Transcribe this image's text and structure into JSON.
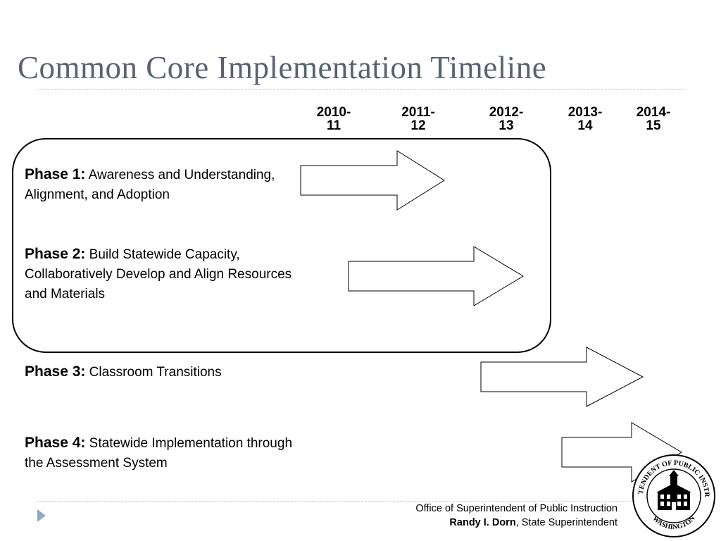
{
  "slide": {
    "title": "Common Core Implementation Timeline"
  },
  "years": [
    {
      "line1": "2010-",
      "line2": "11"
    },
    {
      "line1": "2011-",
      "line2": "12"
    },
    {
      "line1": "2012-",
      "line2": "13"
    },
    {
      "line1": "2013-",
      "line2": "14"
    },
    {
      "line1": "2014-",
      "line2": "15"
    }
  ],
  "phases": [
    {
      "label": "Phase 1:",
      "text": "Awareness and Understanding, Alignment, and Adoption"
    },
    {
      "label": "Phase 2:",
      "text": "Build Statewide Capacity, Collaboratively Develop and Align Resources and Materials"
    },
    {
      "label": "Phase 3:",
      "text": "Classroom Transitions"
    },
    {
      "label": "Phase 4:",
      "text": "Statewide Implementation through the Assessment System"
    }
  ],
  "footer": {
    "office": "Office of Superintendent of Public Instruction",
    "name": "Randy I. Dorn",
    "role": ", State Superintendent"
  },
  "seal": {
    "top_text": "SUPERINTENDENT OF PUBLIC INSTRUCTION",
    "bottom_text": "WASHINGTON"
  },
  "colors": {
    "title": "#5a6170",
    "rule": "#b8c4d0",
    "bullet": "#8fa8c8"
  },
  "icons": {
    "bullet": "triangle-right-icon",
    "seal": "schoolhouse-seal-icon"
  }
}
